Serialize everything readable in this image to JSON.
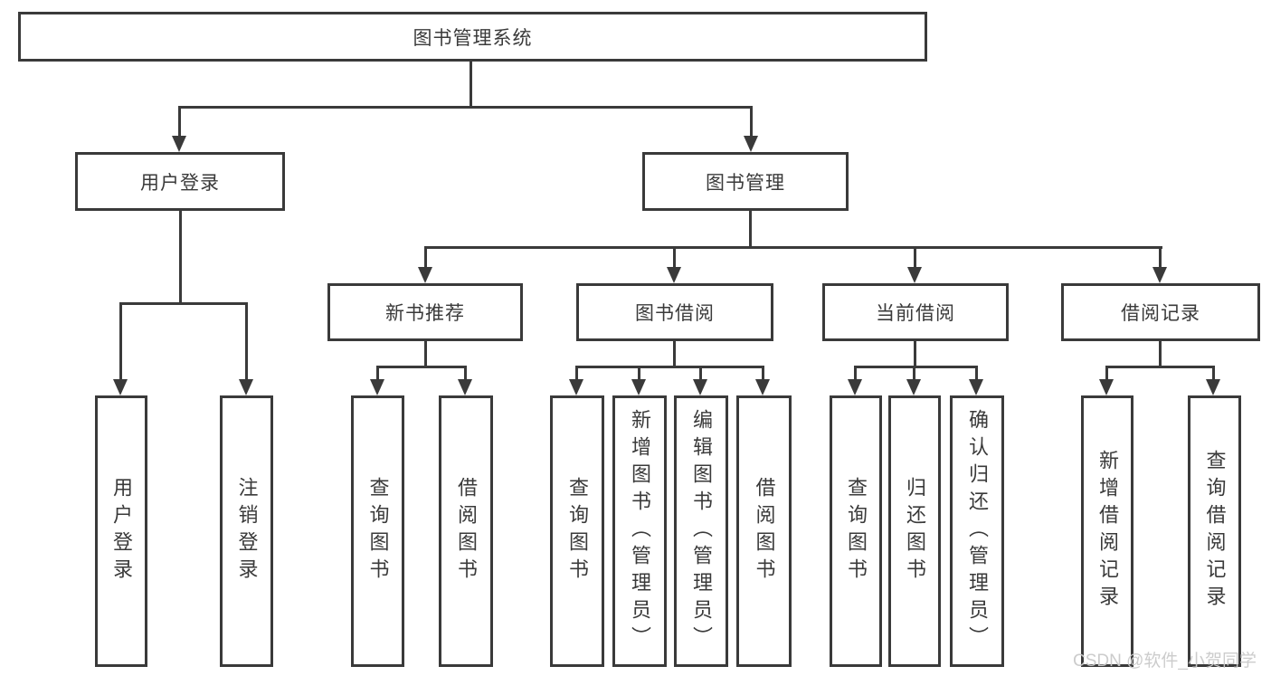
{
  "diagram": {
    "root": "图书管理系统",
    "user_login": {
      "label": "用户登录",
      "leaves": [
        "用户登录",
        "注销登录"
      ]
    },
    "book_mgmt": {
      "label": "图书管理",
      "groups": [
        {
          "label": "新书推荐",
          "leaves": [
            "查询图书",
            "借阅图书"
          ]
        },
        {
          "label": "图书借阅",
          "leaves": [
            "查询图书",
            "新增图书（管理员）",
            "编辑图书（管理员）",
            "借阅图书"
          ]
        },
        {
          "label": "当前借阅",
          "leaves": [
            "查询图书",
            "归还图书",
            "确认归还（管理员）"
          ]
        },
        {
          "label": "借阅记录",
          "leaves": [
            "新增借阅记录",
            "查询借阅记录"
          ]
        }
      ]
    },
    "watermark": "CSDN @软件_小贺同学",
    "colors": {
      "line": "#3a3a3a",
      "text": "#3a3a3a",
      "watermark": "#c9c9c9",
      "background": "#ffffff"
    }
  }
}
